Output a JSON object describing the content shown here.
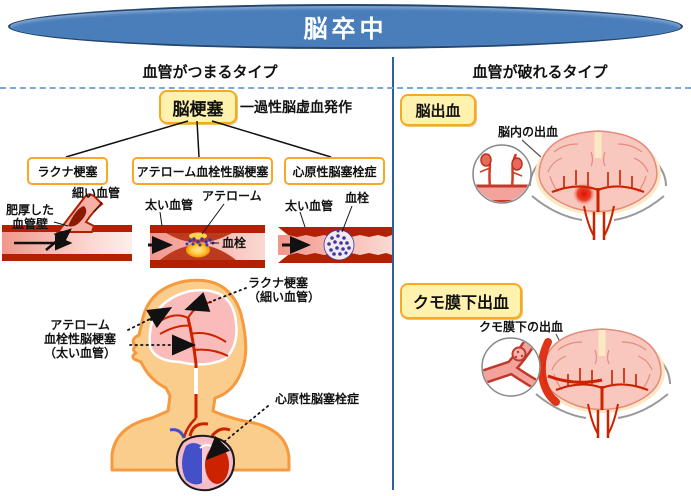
{
  "banner": {
    "title": "脳卒中"
  },
  "left": {
    "heading": "血管がつまるタイプ",
    "root_box": "脳梗塞",
    "note": "一過性脳虚血発作",
    "subtype_boxes": [
      "ラクナ梗塞",
      "アテローム血栓性脳梗塞",
      "心原性脳塞栓症"
    ],
    "vessel1": {
      "thin_vessel": "細い血管",
      "thick_wall_line1": "肥厚した",
      "thick_wall_line2": "血管壁"
    },
    "vessel2": {
      "thick_vessel": "太い血管",
      "atheroma": "アテローム",
      "thrombus": "血栓"
    },
    "vessel3": {
      "thick_vessel": "太い血管",
      "thrombus": "血栓"
    },
    "body": {
      "lacunar_line1": "ラクナ梗塞",
      "lacunar_line2": "（細い血管）",
      "athero_line1": "アテローム",
      "athero_line2": "血栓性脳梗塞",
      "athero_line3": "（太い血管）",
      "cardiogenic": "心原性脳塞栓症"
    }
  },
  "right": {
    "heading": "血管が破れるタイプ",
    "cerebral_hemorrhage": {
      "box": "脳出血",
      "callout": "脳内の出血"
    },
    "subarachnoid": {
      "box": "クモ膜下出血",
      "callout": "クモ膜下の出血"
    }
  },
  "colors": {
    "banner_fill": "#4A7EBB",
    "banner_border": "#24476E",
    "divider_blue": "#2E5FA3",
    "box_fill_yellow": "#FFF2AE",
    "box_border_orange": "#F9A825",
    "vessel_wall_red": "#B32000",
    "thrombus_navy": "#3A3A9E",
    "atheroma_yellow": "#FFCC44",
    "skin": "#FACD8C",
    "skin_outline": "#F59A3E",
    "brain_pink": "#F8C8BE",
    "artery_red": "#CC2200",
    "hemorrhage_red": "#E01000",
    "heart_blue": "#4450C8",
    "skull_gray": "#999999",
    "skull_cream": "#FBE9C6"
  }
}
